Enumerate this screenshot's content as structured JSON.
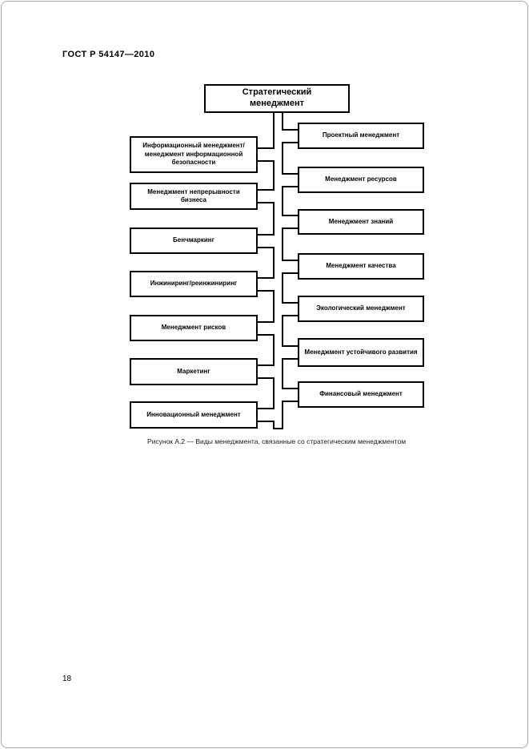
{
  "page": {
    "header": "ГОСТ Р 54147—2010",
    "caption": "Рисунок А.2 — Виды менеджмента, связанные со стратегическим менеджментом",
    "page_number": "18"
  },
  "diagram": {
    "root_label": "Стратегический\nменеджмент",
    "line_color": "#000000",
    "left_nodes": [
      "Информационный менеджмент/ менеджмент информационной безопасности",
      "Менеджмент непрерывности бизнеса",
      "Бенчмаркинг",
      "Инжиниринг/реинжиниринг",
      "Менеджмент рисков",
      "Маркетинг",
      "Инновационный менеджмент"
    ],
    "right_nodes": [
      "Проектный менеджмент",
      "Менеджмент ресурсов",
      "Менеджмент знаний",
      "Менеджмент качества",
      "Экологический менеджмент",
      "Менеджмент устойчивого развития",
      "Финансовый менеджмент"
    ]
  }
}
